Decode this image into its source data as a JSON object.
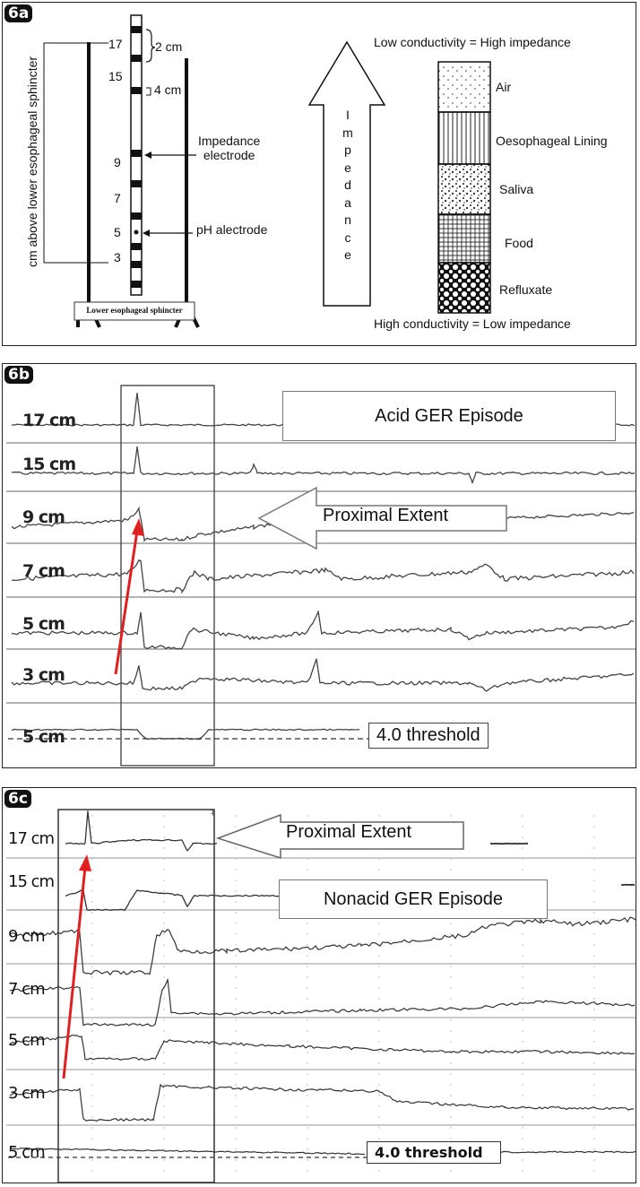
{
  "panel_6a": {
    "tag": "6a",
    "y_axis_label": "cm above lower esophageal sphincter",
    "catheter_ticks": [
      "17",
      "15",
      "9",
      "7",
      "5",
      "3"
    ],
    "spacing_2": "2 cm",
    "spacing_4": "4 cm",
    "impedance_electrode": [
      "Impedance",
      "electrode"
    ],
    "ph_electrode": "pH alectrode",
    "sphincter_label": "Lower esophageal sphincter",
    "arrow_letters": [
      "I",
      "m",
      "p",
      "e",
      "d",
      "a",
      "n",
      "c",
      "e"
    ],
    "top_caption": "Low conductivity = High impedance",
    "bottom_caption": "High conductivity = Low impedance",
    "layers": [
      "Air",
      "Oesophageal Lining",
      "Saliva",
      "Food",
      "Refluxate"
    ]
  },
  "panel_6b": {
    "tag": "6b",
    "channels": [
      "17 cm",
      "15 cm",
      "9 cm",
      "7 cm",
      "5 cm",
      "3 cm",
      "5 cm"
    ],
    "episode_label": "Acid GER Episode",
    "extent_label": "Proximal Extent",
    "threshold_label": "4.0 threshold"
  },
  "panel_6c": {
    "tag": "6c",
    "channels": [
      "17 cm",
      "15 cm",
      "9 cm",
      "7 cm",
      "5 cm",
      "3 cm",
      "5 cm"
    ],
    "episode_label": "Nonacid GER Episode",
    "extent_label": "Proximal Extent",
    "threshold_label": "4.0 threshold"
  },
  "colors": {
    "arrow": "#e02020",
    "trace": "#333333"
  }
}
